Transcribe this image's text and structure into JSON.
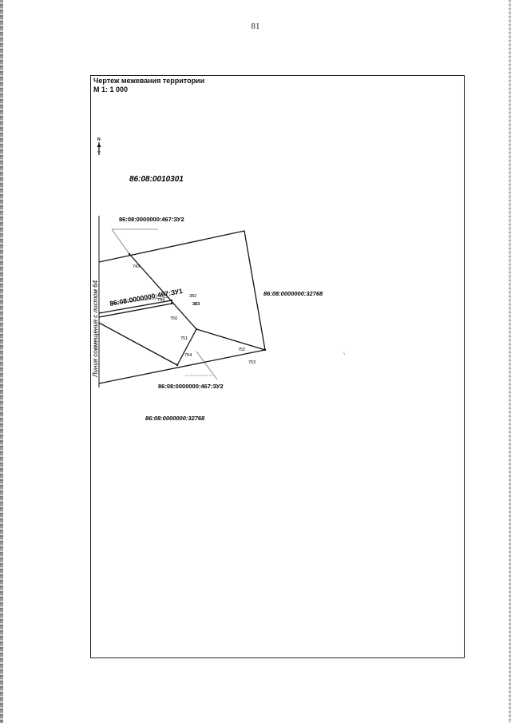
{
  "page_number": "81",
  "drawing": {
    "title": "Чертеж межевания территории",
    "scale": "М 1: 1 000",
    "north_mark": "N",
    "quarter_number": "86:08:0010301",
    "alignment_line_label": "Линия совмещения с листом 64",
    "parcel_labels": {
      "zu2_top": "86:08:0000000:467:ЗУ2",
      "zu1": "86:08:0000000:467:ЗУ1",
      "parcel_right": "86:08:0000000:32768",
      "zu2_bottom": "86:08:0000000:467:ЗУ2",
      "parcel_bottom": "86:08:0000000:32768"
    },
    "point_labels": {
      "p743": "743",
      "p744": "744",
      "p382": "382",
      "p383": "383",
      "p750": "750",
      "p751": "751",
      "p752": "752",
      "p753": "753",
      "p754": "754"
    }
  }
}
